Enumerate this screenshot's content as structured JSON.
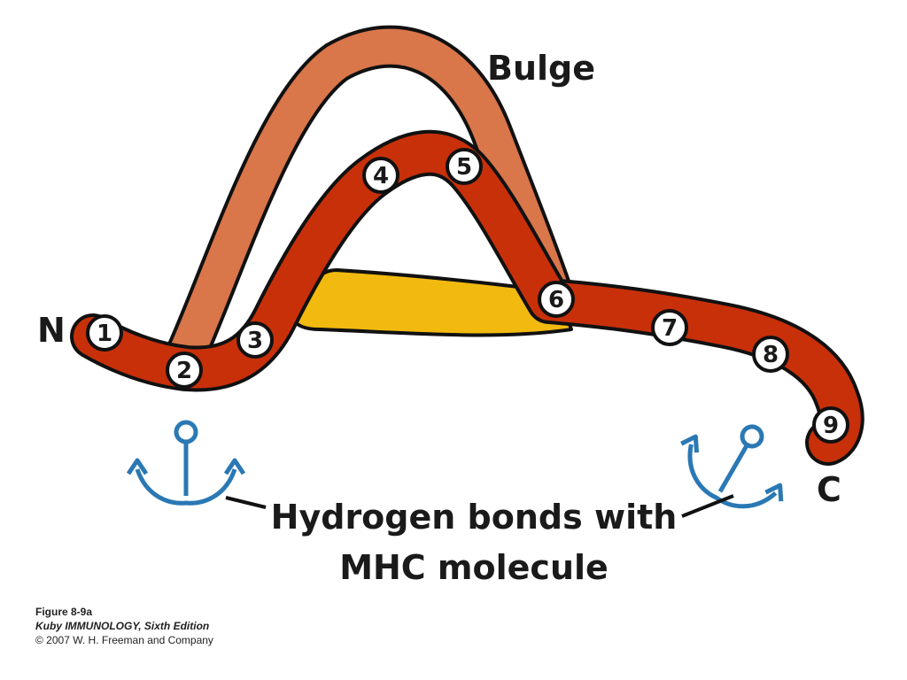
{
  "labels": {
    "bulge": "Bulge",
    "n_terminus": "N",
    "c_terminus": "C",
    "hbond_line1": "Hydrogen bonds with",
    "hbond_line2": "MHC molecule"
  },
  "residues": [
    "1",
    "2",
    "3",
    "4",
    "5",
    "6",
    "7",
    "8",
    "9"
  ],
  "caption": {
    "figure": "Figure 8-9a",
    "book": "Kuby IMMUNOLOGY, Sixth Edition",
    "copyright": "© 2007 W. H. Freeman and Company"
  },
  "colors": {
    "peptide": "#c8300a",
    "bulge_alt": "#d9764a",
    "cross_bond": "#f2b90f",
    "anchor": "#2a78b4",
    "outline": "#111111"
  },
  "icons": [
    "anchor-icon",
    "anchor-icon"
  ]
}
